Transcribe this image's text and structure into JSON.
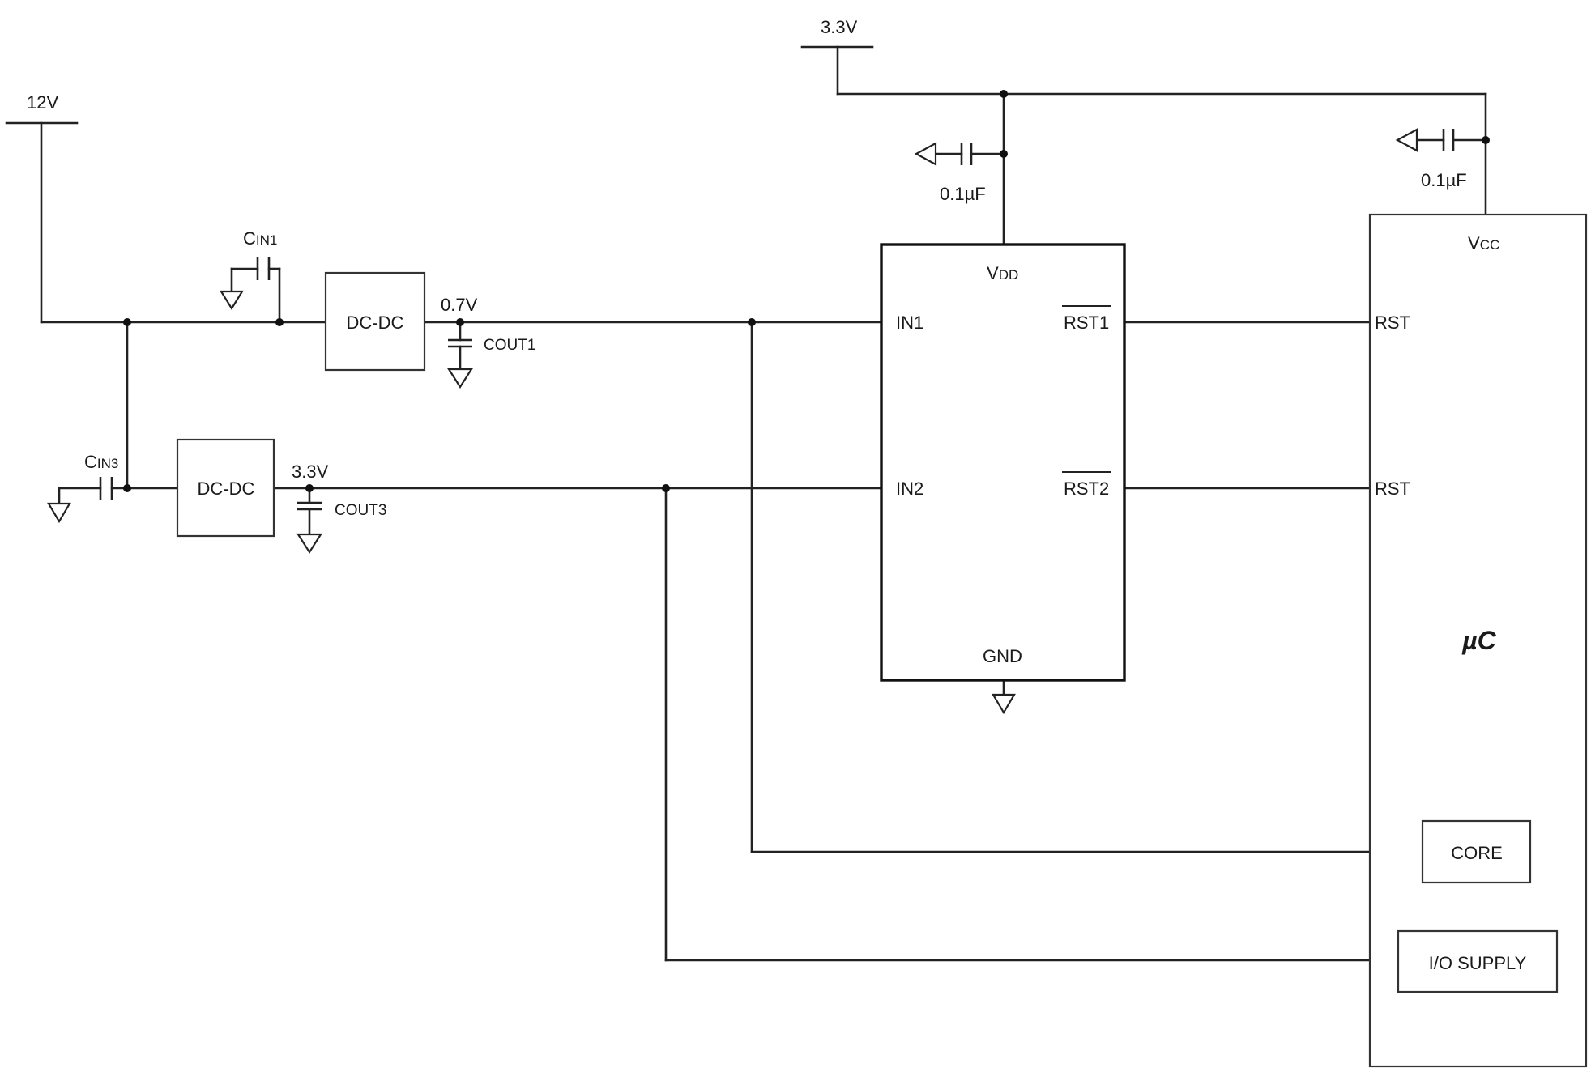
{
  "rails": {
    "v12": "12V",
    "v33_top": "3.3V"
  },
  "converters": {
    "dcdc1": "DC-DC",
    "dcdc3": "DC-DC"
  },
  "caps": {
    "cin1": {
      "main": "C",
      "sub": "IN1"
    },
    "cin3": {
      "main": "C",
      "sub": "IN3"
    },
    "cout1": "COUT1",
    "cout3": "COUT3",
    "decouple_supervisor": "0.1µF",
    "decouple_uc": "0.1µF"
  },
  "nets": {
    "out1_voltage": "0.7V",
    "out3_voltage": "3.3V"
  },
  "supervisor": {
    "vdd": {
      "main": "V",
      "sub": "DD"
    },
    "in1": "IN1",
    "in2": "IN2",
    "rst1": "RST1",
    "rst2": "RST2",
    "gnd": "GND"
  },
  "microcontroller": {
    "vcc": {
      "main": "V",
      "sub": "CC"
    },
    "rst_a": "RST",
    "rst_b": "RST",
    "name": "µC",
    "core": "CORE",
    "io_supply": "I/O SUPPLY"
  }
}
